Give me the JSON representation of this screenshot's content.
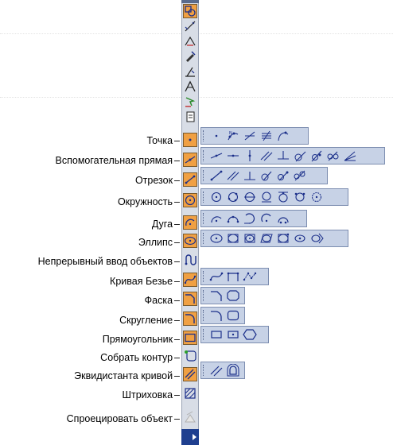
{
  "labels": {
    "point": "Точка",
    "aux_line": "Вспомогательная прямая",
    "segment": "Отрезок",
    "circle": "Окружность",
    "arc": "Дуга",
    "ellipse": "Эллипс",
    "continuous": "Непрерывный ввод объектов",
    "bezier": "Кривая Безье",
    "chamfer": "Фаска",
    "fillet": "Скругление",
    "rectangle": "Прямоугольник",
    "contour": "Собрать контур",
    "equidistant": "Эквидистанта кривой",
    "hatch": "Штриховка",
    "project": "Спроецировать объект"
  },
  "dash": "–",
  "colors": {
    "accent": "#f0a043",
    "toolbar_bg": "#d8dde6",
    "subbar_bg": "#c7d2e6",
    "icon_blue": "#1b2f8a"
  }
}
